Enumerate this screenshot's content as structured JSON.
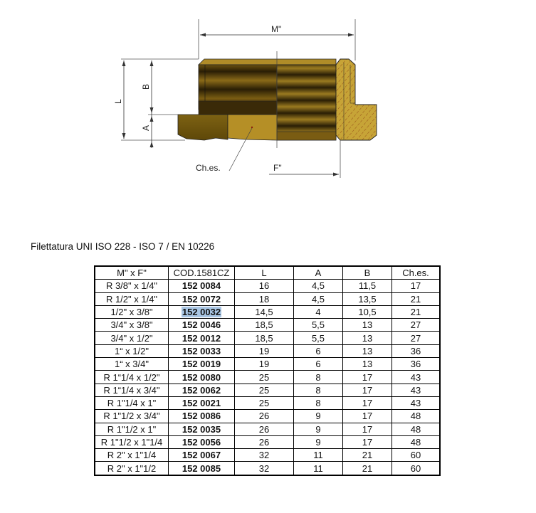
{
  "diagram": {
    "labels": {
      "M": "M\"",
      "F": "F\"",
      "L": "L",
      "A": "A",
      "B": "B",
      "chiave": "Ch.es."
    },
    "colors": {
      "brass_light": "#c9a33a",
      "brass_mid": "#8a6a12",
      "brass_dark": "#2a1e05",
      "outline": "#222222"
    }
  },
  "caption": "Filettatura UNI ISO 228 - ISO 7 / EN 10226",
  "table": {
    "headers": [
      "M\" x F\"",
      "COD.1581CZ",
      "L",
      "A",
      "B",
      "Ch.es."
    ],
    "highlighted_code": "152 0032",
    "highlight_color": "#a9c6e4",
    "rows": [
      {
        "size": "R 3/8\" x 1/4\"",
        "code": "152 0084",
        "L": "16",
        "A": "4,5",
        "B": "11,5",
        "ches": "17"
      },
      {
        "size": "R 1/2\" x 1/4\"",
        "code": "152 0072",
        "L": "18",
        "A": "4,5",
        "B": "13,5",
        "ches": "21"
      },
      {
        "size": "1/2\" x 3/8\"",
        "code": "152 0032",
        "L": "14,5",
        "A": "4",
        "B": "10,5",
        "ches": "21"
      },
      {
        "size": "3/4\" x 3/8\"",
        "code": "152 0046",
        "L": "18,5",
        "A": "5,5",
        "B": "13",
        "ches": "27"
      },
      {
        "size": "3/4\" x 1/2\"",
        "code": "152 0012",
        "L": "18,5",
        "A": "5,5",
        "B": "13",
        "ches": "27"
      },
      {
        "size": "1“ x 1/2\"",
        "code": "152 0033",
        "L": "19",
        "A": "6",
        "B": "13",
        "ches": "36"
      },
      {
        "size": "1“ x 3/4\"",
        "code": "152 0019",
        "L": "19",
        "A": "6",
        "B": "13",
        "ches": "36"
      },
      {
        "size": "R 1“1/4 x 1/2\"",
        "code": "152 0080",
        "L": "25",
        "A": "8",
        "B": "17",
        "ches": "43"
      },
      {
        "size": "R 1“1/4 x 3/4\"",
        "code": "152 0062",
        "L": "25",
        "A": "8",
        "B": "17",
        "ches": "43"
      },
      {
        "size": "R 1\"1/4 x 1\"",
        "code": "152 0021",
        "L": "25",
        "A": "8",
        "B": "17",
        "ches": "43"
      },
      {
        "size": "R 1\"1/2 x 3/4\"",
        "code": "152 0086",
        "L": "26",
        "A": "9",
        "B": "17",
        "ches": "48"
      },
      {
        "size": "R 1\"1/2 x 1\"",
        "code": "152 0035",
        "L": "26",
        "A": "9",
        "B": "17",
        "ches": "48"
      },
      {
        "size": "R 1\"1/2 x 1\"1/4",
        "code": "152 0056",
        "L": "26",
        "A": "9",
        "B": "17",
        "ches": "48"
      },
      {
        "size": "R 2\" x 1\"1/4",
        "code": "152 0067",
        "L": "32",
        "A": "11",
        "B": "21",
        "ches": "60"
      },
      {
        "size": "R 2\" x 1\"1/2",
        "code": "152 0085",
        "L": "32",
        "A": "11",
        "B": "21",
        "ches": "60"
      }
    ]
  }
}
